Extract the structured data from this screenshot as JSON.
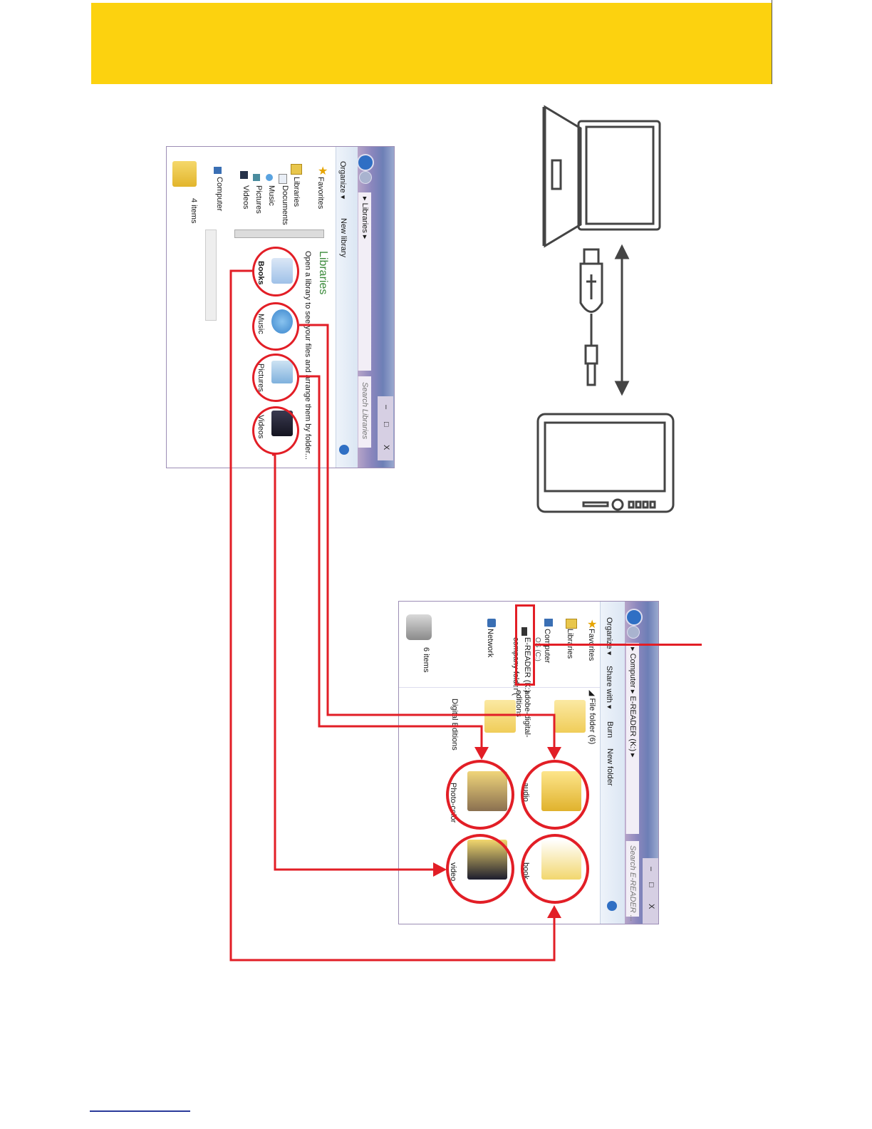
{
  "colors": {
    "banner": "#fcd20f",
    "callout": "#e21e26",
    "explorer_chrome": "#8a86bd",
    "library_title": "#3a8a3a"
  },
  "libraries_window": {
    "toolbar": {
      "organize": "Organize ▾",
      "new_library": "New library"
    },
    "address": {
      "crumb": "▸ Libraries ▸"
    },
    "search": {
      "placeholder": "Search Libraries"
    },
    "window_controls": [
      "–",
      "□",
      "X"
    ],
    "nav": {
      "favorites": "Favorites",
      "libraries": "Libraries",
      "items": [
        "Documents",
        "Music",
        "Pictures",
        "Videos"
      ],
      "computer": "Computer"
    },
    "heading": "Libraries",
    "subheading": "Open a library to see your files and arrange them by folder...",
    "libraries": [
      "Books",
      "Music",
      "Pictures",
      "Videos"
    ],
    "status": "4 items"
  },
  "ereader_window": {
    "toolbar": {
      "organize": "Organize ▾",
      "share_with": "Share with ▾",
      "burn": "Burn",
      "new_folder": "New folder"
    },
    "address": {
      "crumb": "▸ Computer ▸ E-READER (K:) ▸"
    },
    "search": {
      "placeholder": "Search E-READER ..."
    },
    "window_controls": [
      "–",
      "□",
      "X"
    ],
    "nav": {
      "favorites": "Favorites",
      "libraries": "Libraries",
      "computer": "Computer",
      "c_drive": "OS (C:)",
      "e_reader": "E-READER (K:)",
      "company": "company folder (",
      "network": "Network"
    },
    "group_header": "◢ File folder (6)",
    "folders": [
      "adobe-digital-editions",
      "Digital Editions",
      "audio",
      "Photo-color",
      "book",
      "video"
    ],
    "status": "6 items"
  },
  "icons": [
    "star-icon",
    "library-icon",
    "documents-icon",
    "music-icon",
    "pictures-icon",
    "videos-icon",
    "computer-icon",
    "drive-icon",
    "network-icon",
    "folder-icon",
    "usb-icon"
  ]
}
